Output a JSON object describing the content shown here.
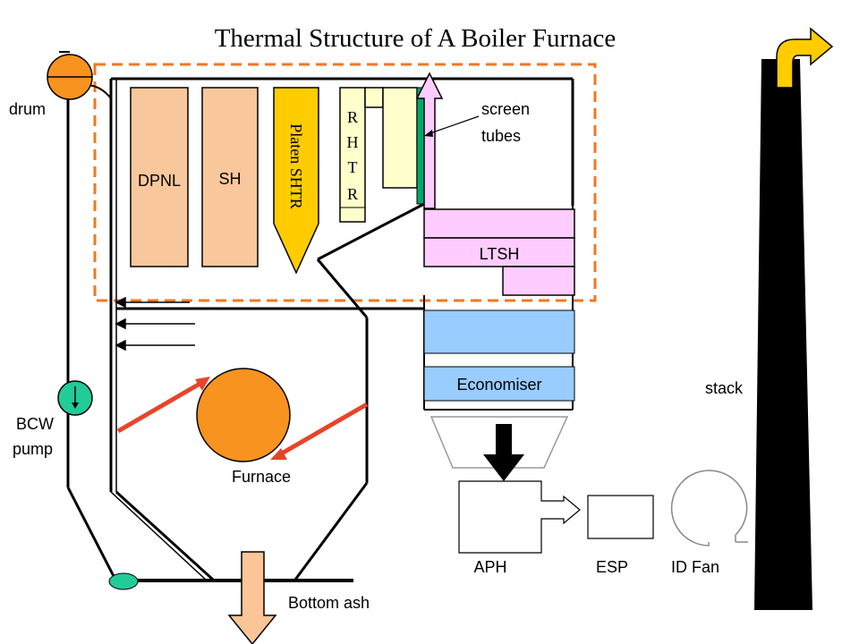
{
  "title": "Thermal Structure of A Boiler Furnace",
  "labels": {
    "drum": "drum",
    "bcw_line1": "BCW",
    "bcw_line2": "pump",
    "dpnl": "DPNL",
    "sh": "SH",
    "platen": "Platen SHTR",
    "rhtr_letters": [
      "R",
      "H",
      "T",
      "R"
    ],
    "screen_line1": "screen",
    "screen_line2": "tubes",
    "ltsh": "LTSH",
    "economiser": "Economiser",
    "furnace": "Furnace",
    "bottom_ash": "Bottom ash",
    "aph": "APH",
    "esp": "ESP",
    "id_fan": "ID Fan",
    "stack": "stack"
  },
  "colors": {
    "drum": "#F7931E",
    "flame": "#F7931E",
    "panel": "#F9C79C",
    "platen": "#FFCC00",
    "cream": "#FFFFCC",
    "pink": "#FFCCFF",
    "screen_green": "#00A86B",
    "pump_green": "#22CC99",
    "economiser": "#99CCFF",
    "dashed_box": "#F07820",
    "arrow_red": "#E8442A",
    "ash_arrow": "#FBC597",
    "stack_arrow": "#FFCC00"
  }
}
